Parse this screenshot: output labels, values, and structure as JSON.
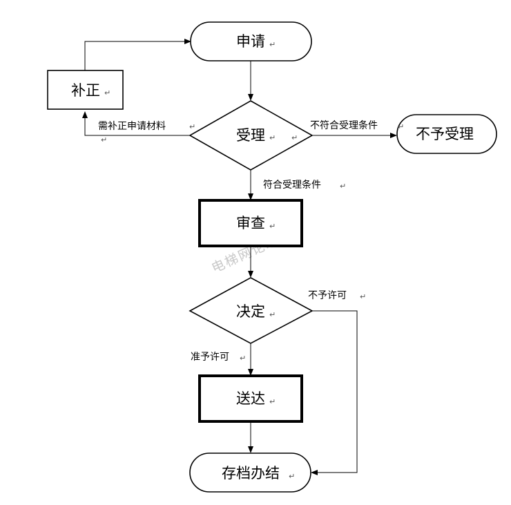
{
  "nodes": {
    "apply": "申请",
    "correct": "补正",
    "accept": "受理",
    "reject": "不予受理",
    "review": "审查",
    "decide": "决定",
    "deliver": "送达",
    "archive": "存档办结"
  },
  "edges": {
    "need_correction": "需补正申请材料",
    "not_meet": "不符合受理条件",
    "meet": "符合受理条件",
    "not_permit": "不予许可",
    "permit": "准予许可"
  },
  "paragraph_mark": "↵",
  "watermark": "电梯网论坛",
  "colors": {
    "line": "#000000",
    "background": "#ffffff",
    "watermark": "#c8c8c8"
  }
}
